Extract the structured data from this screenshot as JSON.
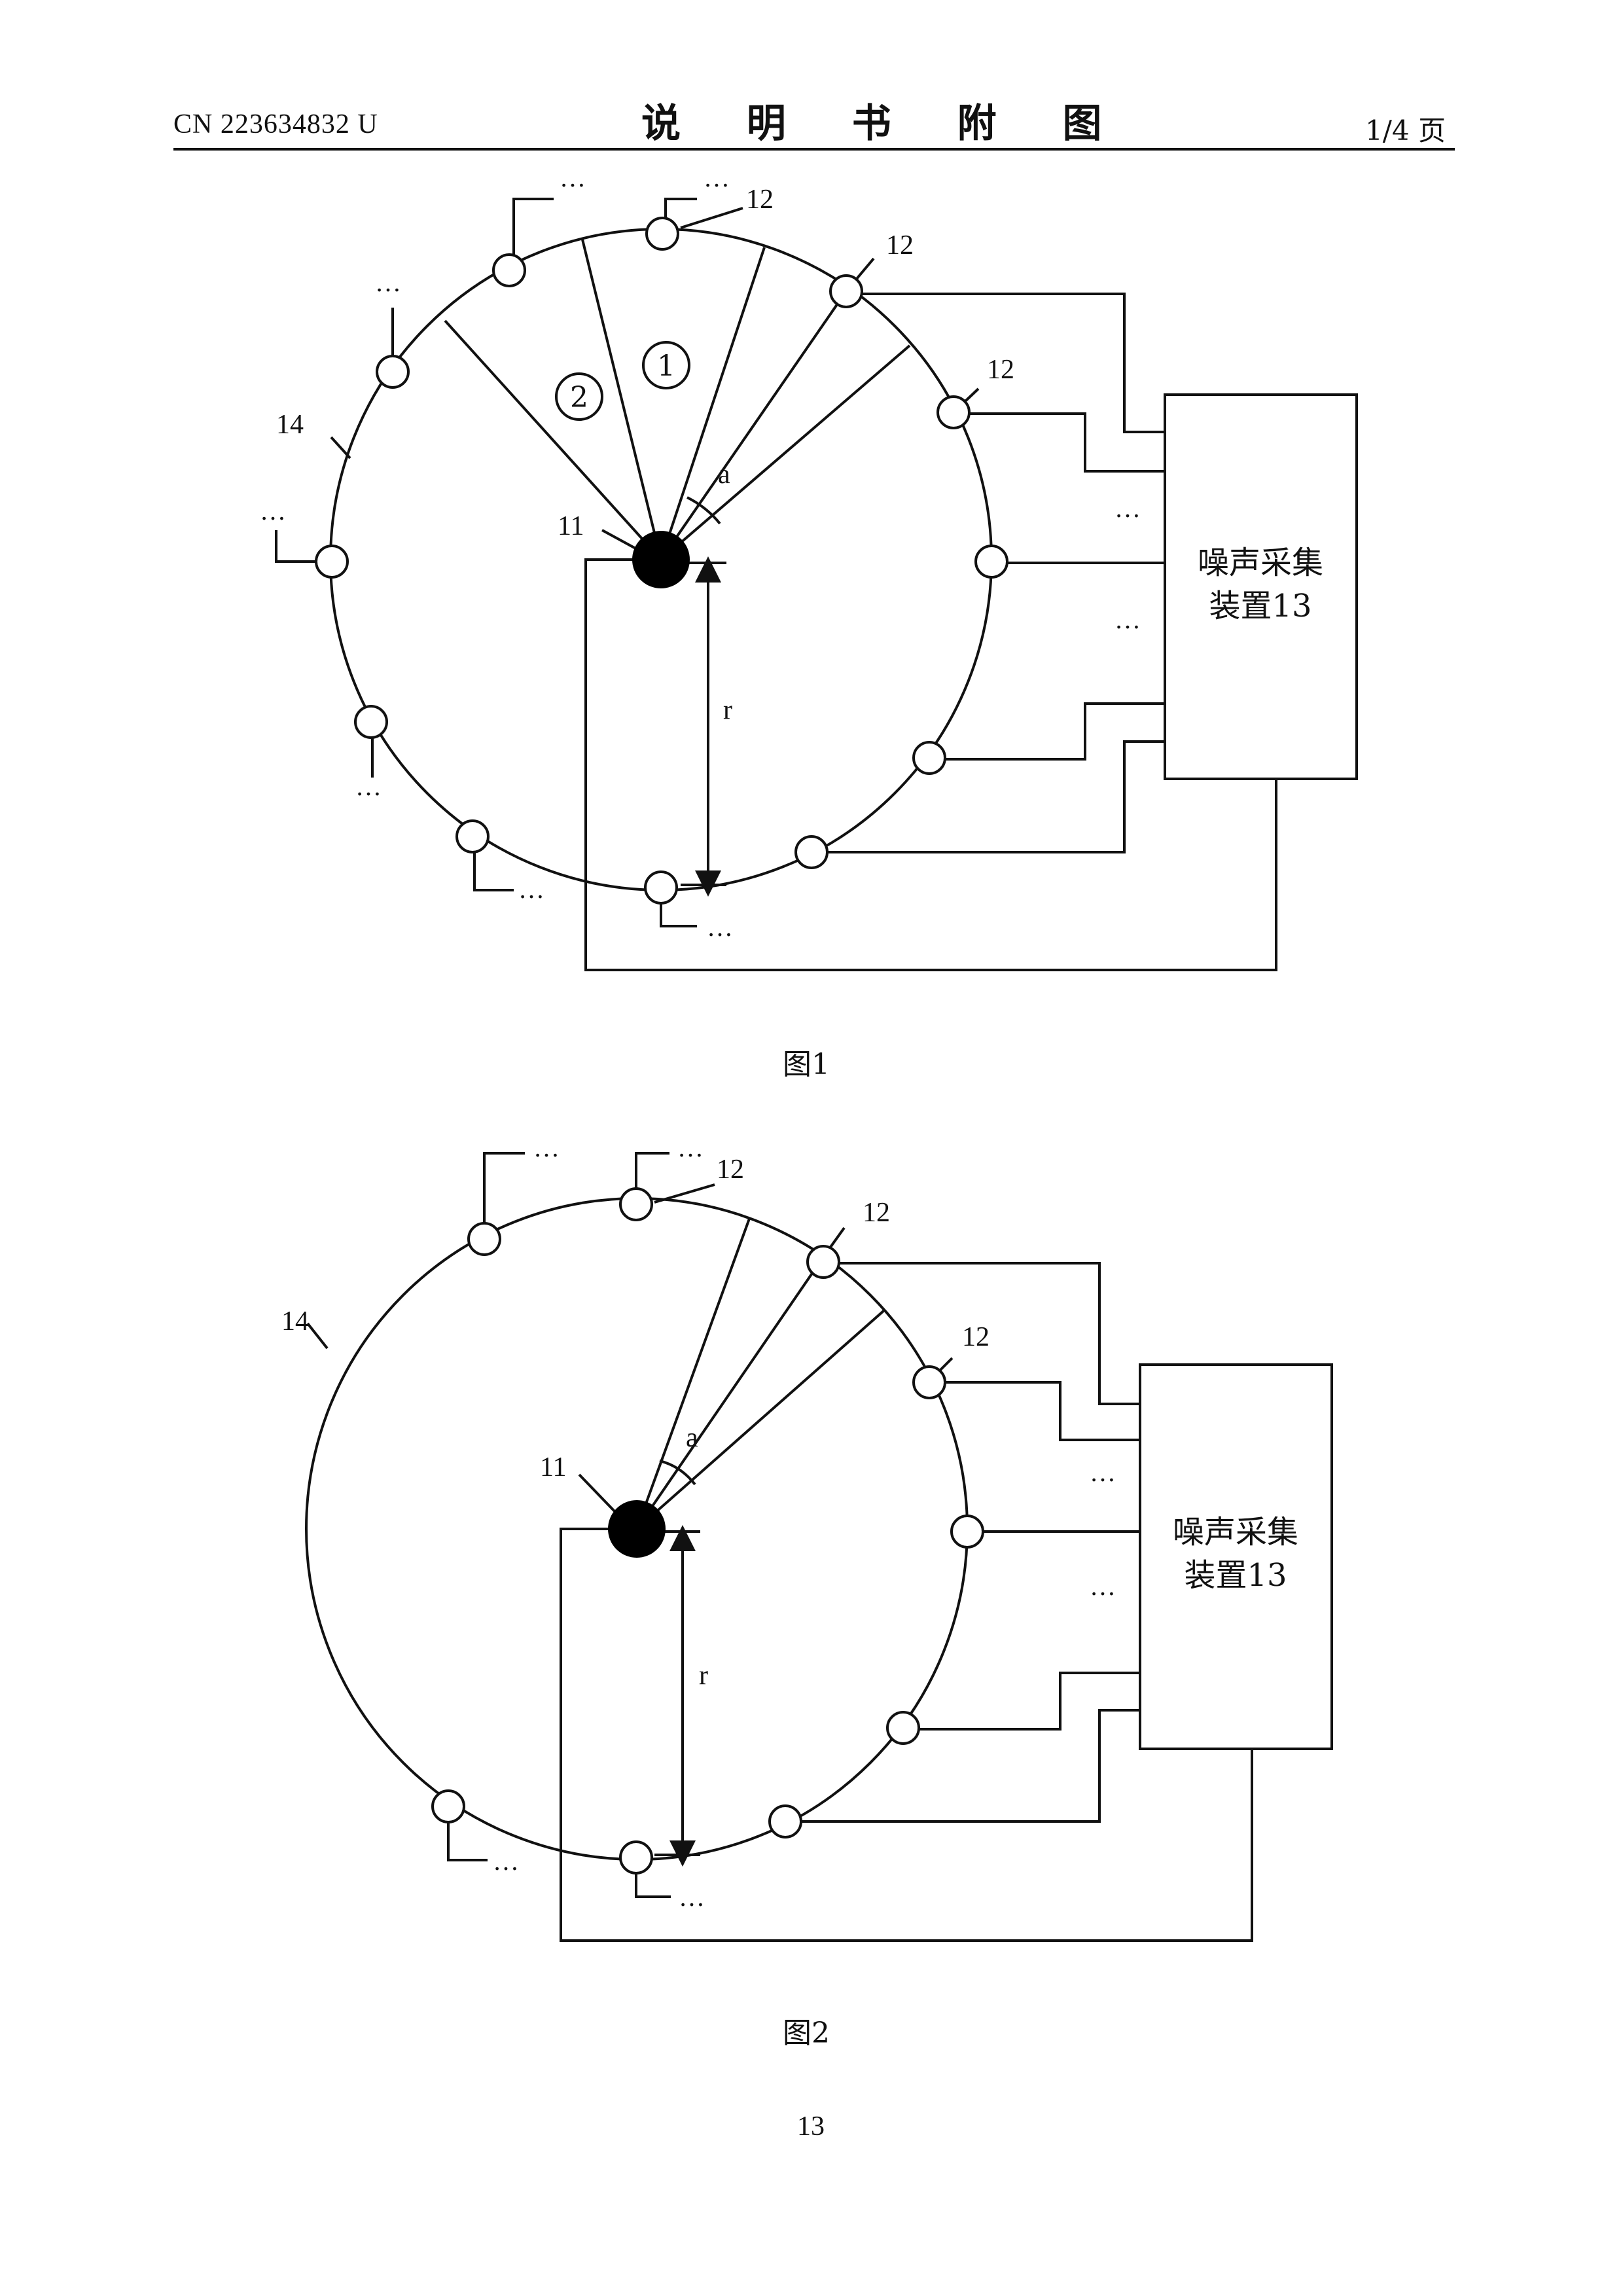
{
  "header": {
    "doc_number": "CN 223634832 U",
    "title": "说 明 书 附 图",
    "page_of": "1/4 页"
  },
  "figures": [
    {
      "caption": "图1",
      "device_label_line1": "噪声采集",
      "device_label_line2": "装置13",
      "source_label": "11",
      "ring_label": "14",
      "sensor_label": "12",
      "angle_label": "a",
      "radius_label": "r",
      "sector_1": "1",
      "sector_2": "2",
      "ellipsis": "…"
    },
    {
      "caption": "图2",
      "device_label_line1": "噪声采集",
      "device_label_line2": "装置13",
      "source_label": "11",
      "ring_label": "14",
      "sensor_label": "12",
      "angle_label": "a",
      "radius_label": "r",
      "ellipsis": "…"
    }
  ],
  "footer": {
    "page_number": "13"
  }
}
